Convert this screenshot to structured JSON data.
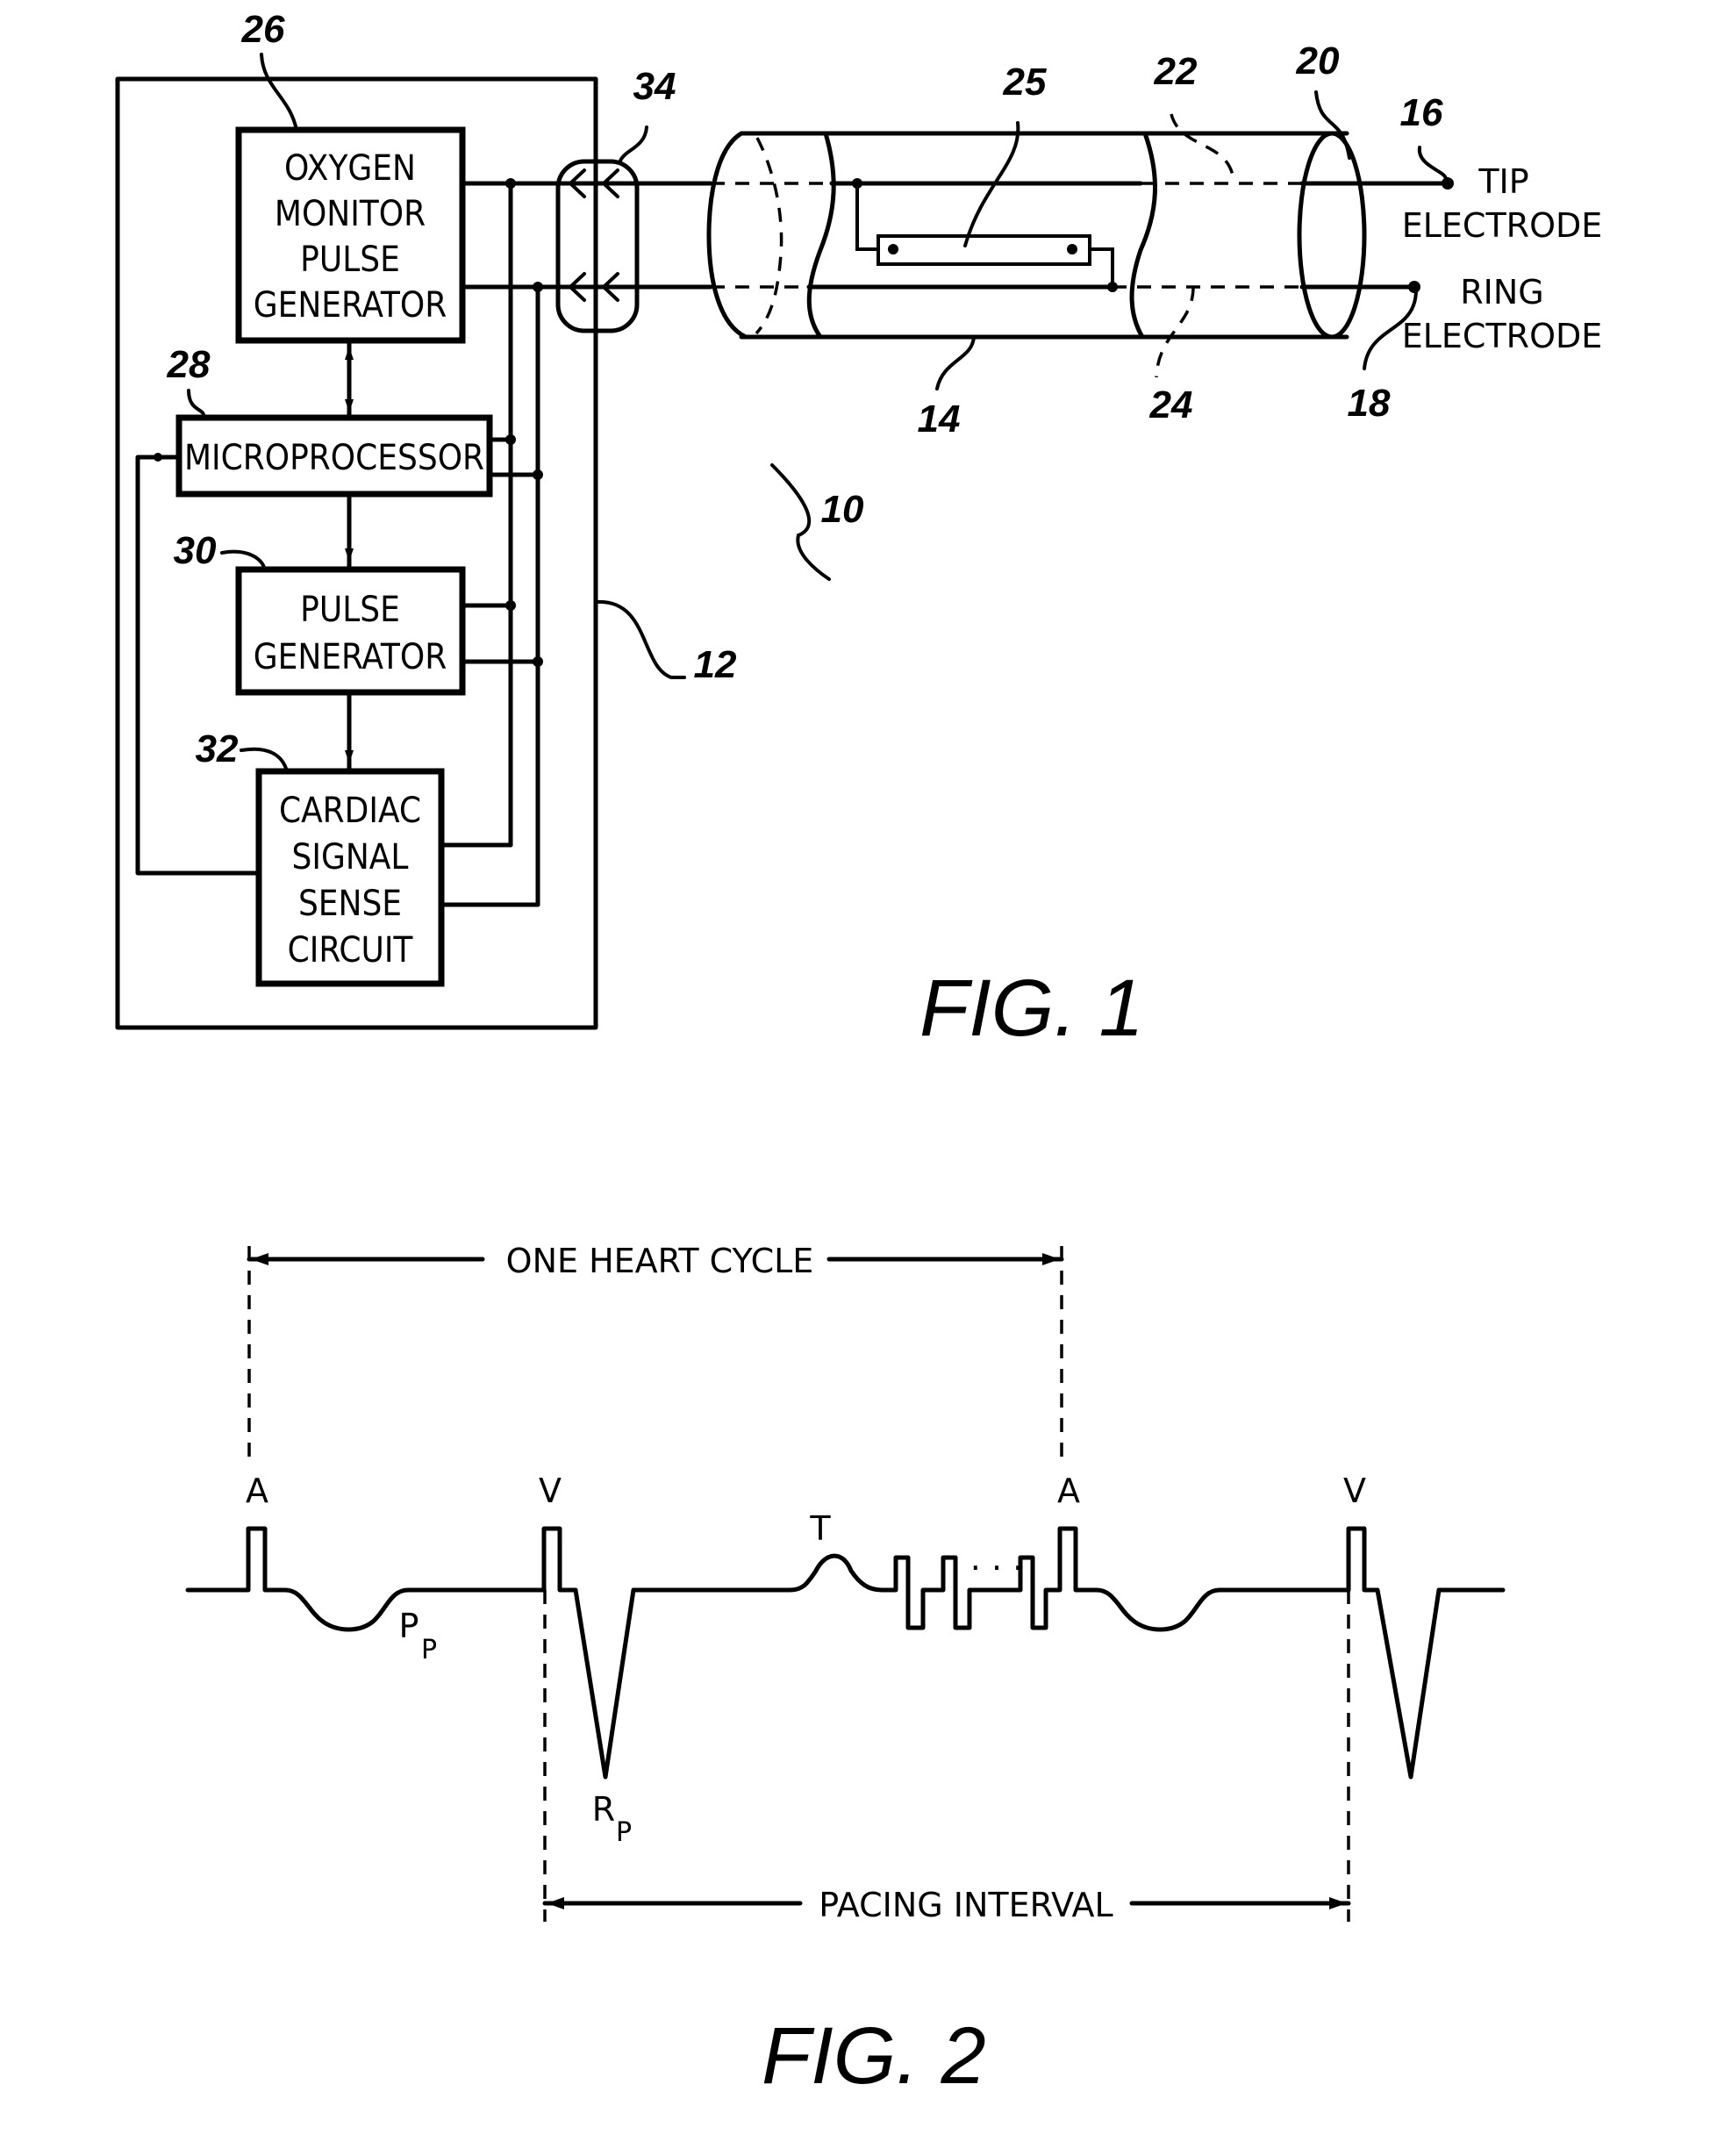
{
  "figure1": {
    "caption": "FIG. 1",
    "blocks": {
      "oxygen_monitor": [
        "OXYGEN",
        "MONITOR",
        "PULSE",
        "GENERATOR"
      ],
      "microprocessor": [
        "MICROPROCESSOR"
      ],
      "pulse_generator": [
        "PULSE",
        "GENERATOR"
      ],
      "cardiac_sense": [
        "CARDIAC",
        "SIGNAL",
        "SENSE",
        "CIRCUIT"
      ]
    },
    "electrodes": {
      "tip": [
        "TIP",
        "ELECTRODE"
      ],
      "ring": [
        "RING",
        "ELECTRODE"
      ]
    },
    "reference_numerals": {
      "system": "10",
      "housing": "12",
      "lead": "14",
      "tip_electrode": "16",
      "ring_electrode": "18",
      "lead_end": "20",
      "conductor_tip": "22",
      "conductor_ring": "24",
      "sensor": "25",
      "oxygen_monitor": "26",
      "microprocessor": "28",
      "pulse_generator": "30",
      "cardiac_sense": "32",
      "connector": "34"
    }
  },
  "figure2": {
    "caption": "FIG. 2",
    "one_heart_cycle": "ONE HEART CYCLE",
    "pacing_interval": "PACING INTERVAL",
    "markers": [
      "A",
      "V",
      "A",
      "V"
    ],
    "wave_labels": {
      "p_wave": "P",
      "p_sub": "P",
      "r_wave": "R",
      "r_sub": "P",
      "t_wave": "T"
    },
    "ellipsis": "· · ·"
  }
}
